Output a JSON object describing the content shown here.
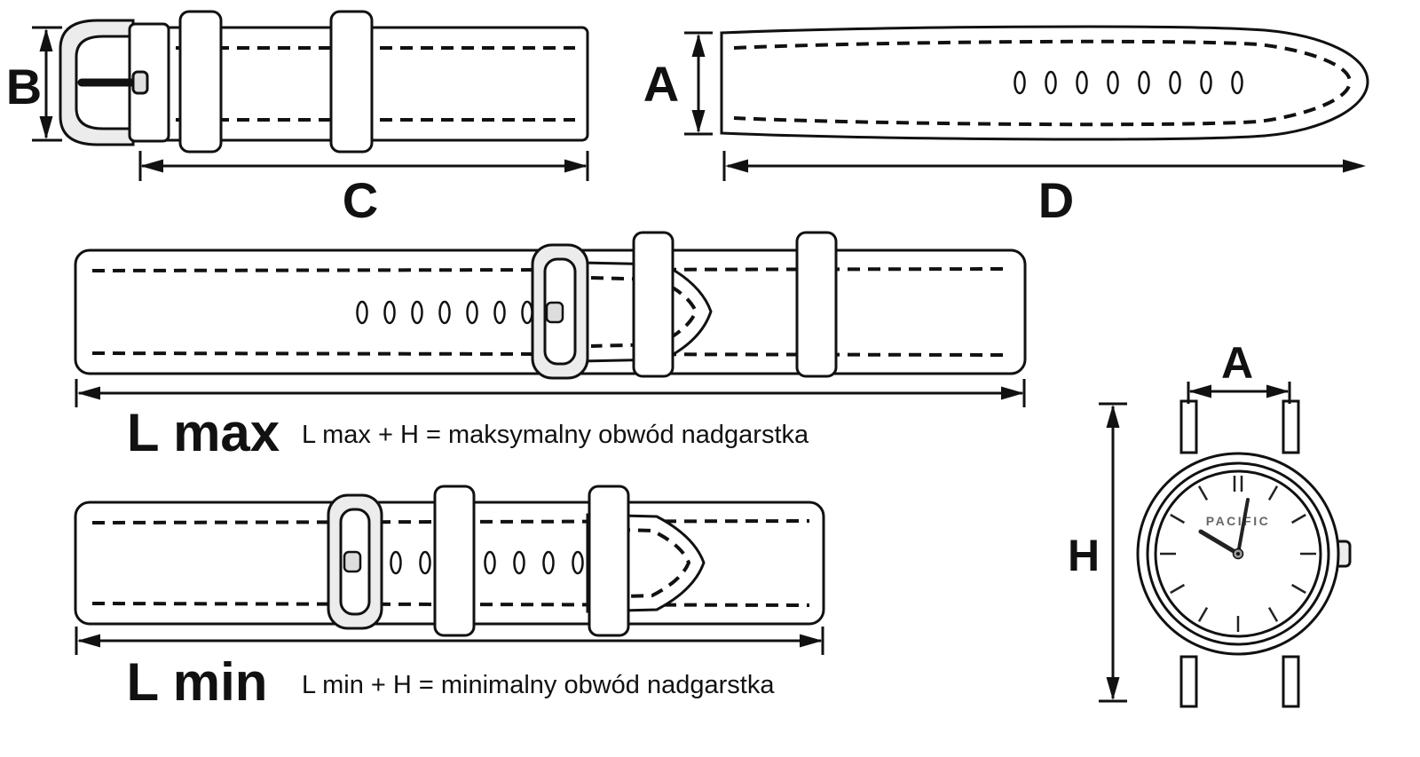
{
  "dimensions": {
    "buckle_piece": {
      "height_label": "B",
      "length_label": "C"
    },
    "long_piece": {
      "height_label": "A",
      "length_label": "D"
    }
  },
  "straps": {
    "l_max": {
      "label": "L max",
      "formula": "L max + H = maksymalny obwód nadgarstka"
    },
    "l_min": {
      "label": "L min",
      "formula": "L min + H = minimalny obwód nadgarstka"
    }
  },
  "watch": {
    "width_label": "A",
    "height_label": "H",
    "brand": "PACIFIC"
  },
  "colors": {
    "ink": "#111111",
    "background": "#ffffff",
    "metal_fill": "#ececec",
    "brand_text": "#666666"
  }
}
